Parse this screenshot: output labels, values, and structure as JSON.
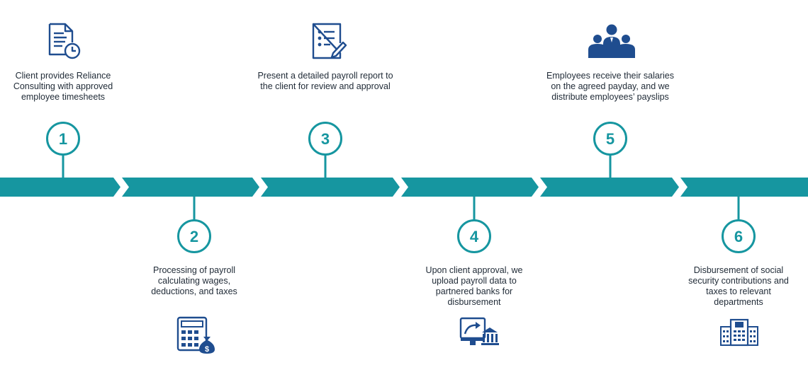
{
  "colors": {
    "teal": "#1696a0",
    "navy": "#1f4d8f",
    "text": "#1f2a36"
  },
  "steps": [
    {
      "number": "1",
      "text": "Client provides Reliance Consulting with approved employee timesheets",
      "icon": "document-clock-icon"
    },
    {
      "number": "2",
      "text": "Processing of payroll calculating wages, deductions, and taxes",
      "icon": "calculator-money-icon"
    },
    {
      "number": "3",
      "text": "Present a detailed payroll report to the client for review and approval",
      "icon": "report-pencil-icon"
    },
    {
      "number": "4",
      "text": "Upon client approval, we upload payroll data to partnered banks for disbursement",
      "icon": "computer-bank-icon"
    },
    {
      "number": "5",
      "text": "Employees receive their salaries on the agreed payday, and we distribute employees’ payslips",
      "icon": "people-group-icon"
    },
    {
      "number": "6",
      "text": "Disbursement of social security contributions and taxes to relevant departments",
      "icon": "office-building-icon"
    }
  ]
}
